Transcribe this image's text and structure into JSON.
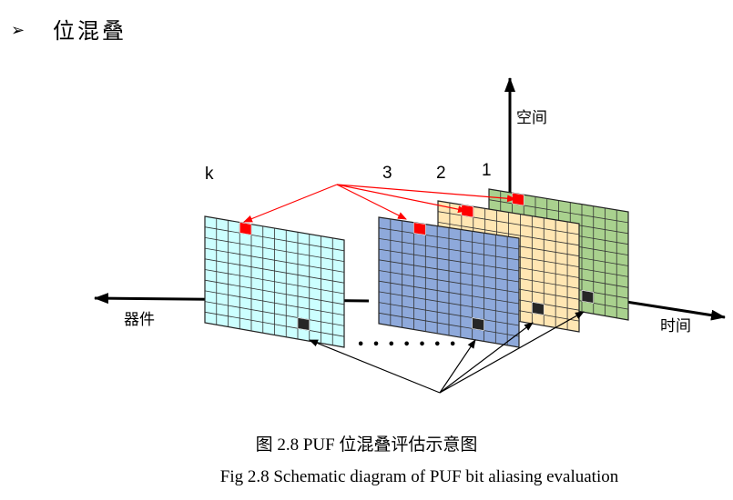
{
  "heading": {
    "bullet": "➢",
    "text": "位混叠"
  },
  "diagram": {
    "axis_space_label": "空间",
    "axis_time_label": "时间",
    "axis_device_label": "器件",
    "plane_labels": {
      "k": "k",
      "p3": "3",
      "p2": "2",
      "p1": "1"
    },
    "ellipsis": "• • • • • • •",
    "colors": {
      "plane_k": "#ccffff",
      "plane_3": "#8ea9db",
      "plane_2": "#ffe6b3",
      "plane_1": "#a9d18e",
      "highlight_bit": "#ff0000",
      "dark_bit": "#262626",
      "arrow_red": "#ff0000",
      "arrow_black": "#000000"
    }
  },
  "caption_cn": "图 2.8 PUF 位混叠评估示意图",
  "caption_en": "Fig 2.8 Schematic diagram of PUF bit aliasing evaluation"
}
